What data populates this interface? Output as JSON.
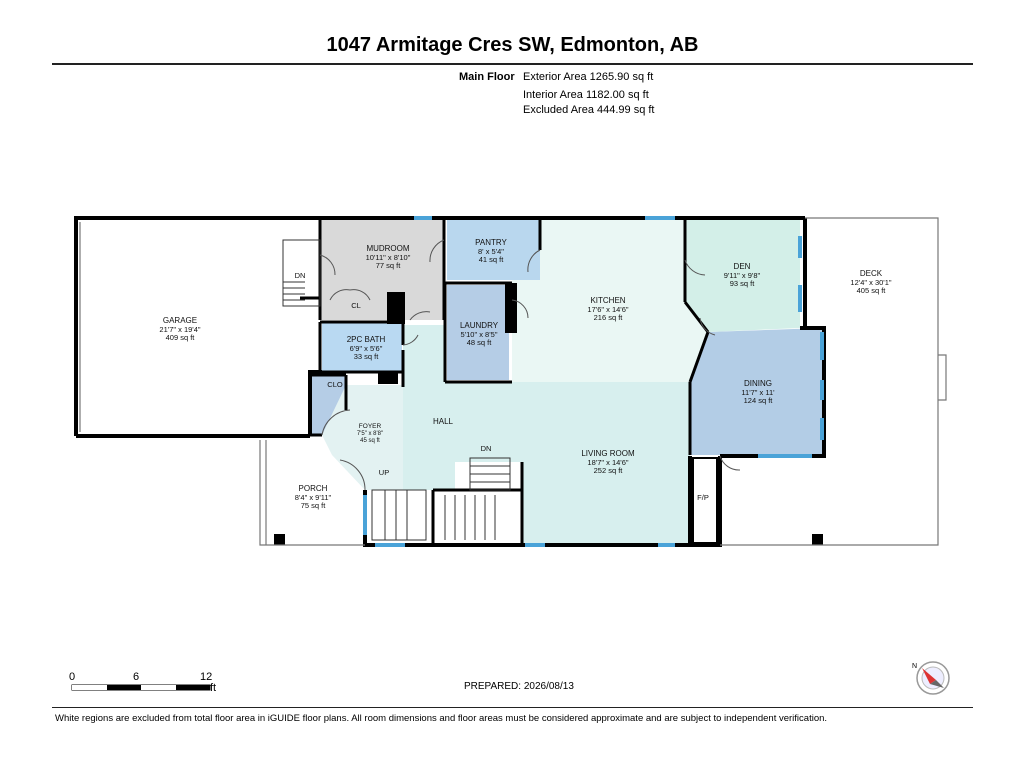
{
  "title": "1047 Armitage Cres SW, Edmonton, AB",
  "floor": {
    "name": "Main Floor",
    "exterior_area": "Exterior Area 1265.90 sq ft",
    "interior_area": "Interior Area 1182.00 sq ft",
    "excluded_area": "Excluded Area 444.99 sq ft"
  },
  "rooms": {
    "garage": {
      "name": "GARAGE",
      "dims": "21'7\" x 19'4\"",
      "area": "409 sq ft"
    },
    "mudroom": {
      "name": "MUDROOM",
      "dims": "10'11\" x 8'10\"",
      "area": "77 sq ft"
    },
    "pantry": {
      "name": "PANTRY",
      "dims": "8' x 5'4\"",
      "area": "41 sq ft"
    },
    "kitchen": {
      "name": "KITCHEN",
      "dims": "17'6\" x 14'6\"",
      "area": "216 sq ft"
    },
    "den": {
      "name": "DEN",
      "dims": "9'11\" x 9'8\"",
      "area": "93 sq ft"
    },
    "deck": {
      "name": "DECK",
      "dims": "12'4\" x 30'1\"",
      "area": "405 sq ft"
    },
    "bath": {
      "name": "2PC BATH",
      "dims": "6'9\" x 5'6\"",
      "area": "33 sq ft"
    },
    "laundry": {
      "name": "LAUNDRY",
      "dims": "5'10\" x 8'5\"",
      "area": "48 sq ft"
    },
    "dining": {
      "name": "DINING",
      "dims": "11'7\" x 11'",
      "area": "124 sq ft"
    },
    "foyer": {
      "name": "FOYER",
      "dims": "7'5\" x 8'8\"",
      "area": "45 sq ft"
    },
    "living": {
      "name": "LIVING ROOM",
      "dims": "18'7\" x 14'6\"",
      "area": "252 sq ft"
    },
    "porch": {
      "name": "PORCH",
      "dims": "8'4\" x 9'11\"",
      "area": "75 sq ft"
    }
  },
  "labels": {
    "hall": "HALL",
    "cl": "CL",
    "clo": "CLO",
    "dn_garage": "DN",
    "dn_hall": "DN",
    "up": "UP",
    "fp": "F/P"
  },
  "scale": {
    "zero": "0",
    "mid": "6",
    "max": "12",
    "unit": "ft"
  },
  "prepared": "PREPARED: 2026/08/13",
  "compass": {
    "north": "N"
  },
  "disclaimer": "White regions are excluded from total floor area in iGUIDE floor plans. All room dimensions and floor areas must be considered approximate and are subject to independent verification.",
  "colors": {
    "mudroom": "#d9d9d9",
    "pantry": "#b9d7ee",
    "kitchen": "#eaf7f4",
    "den": "#d3efe8",
    "bath": "#b9d9f2",
    "laundry": "#b5cde6",
    "dining": "#b3cde6",
    "living": "#d7efee",
    "foyer": "#e3f2f2",
    "clo": "#b5cde6",
    "wall": "#000000",
    "window": "#4aa3d8"
  }
}
